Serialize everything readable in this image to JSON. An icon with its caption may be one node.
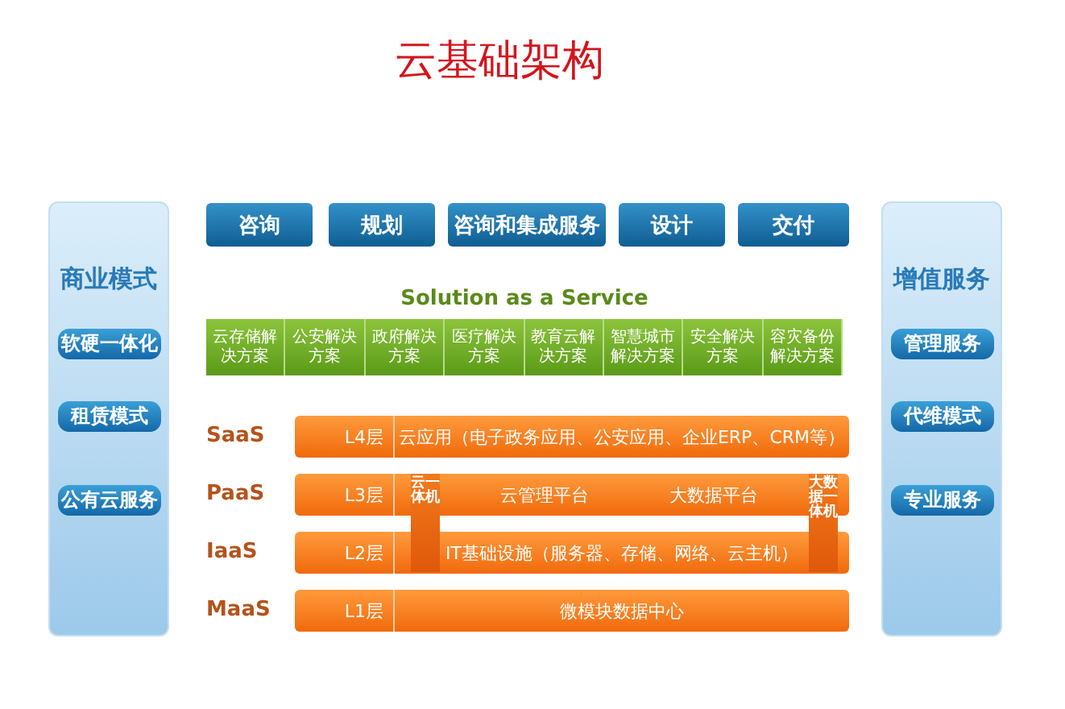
{
  "diagram": {
    "title": "云基础架构",
    "nodes": [
      {
        "text": [
          "商业模式"
        ]
      },
      {
        "text": [
          "软硬一体化"
        ],
        "in": 0
      },
      {
        "text": [
          "租赁模式"
        ],
        "in": 0
      },
      {
        "text": [
          "公有云服务"
        ],
        "in": 0
      },
      {
        "text": [
          "增值服务"
        ]
      },
      {
        "text": [
          "管理服务"
        ],
        "in": 4
      },
      {
        "text": [
          "代维模式"
        ],
        "in": 4
      },
      {
        "text": [
          "专业服务"
        ],
        "in": 4
      },
      {
        "text": [
          "咨询"
        ]
      },
      {
        "text": [
          "规划"
        ]
      },
      {
        "text": [
          "咨询和集成服务"
        ]
      },
      {
        "text": [
          "设计"
        ]
      },
      {
        "text": [
          "交付"
        ]
      },
      {
        "text": [
          "云存储解决方案"
        ]
      },
      {
        "text": [
          "公安解决方案"
        ]
      },
      {
        "text": [
          "政府解决方案"
        ]
      },
      {
        "text": [
          "医疗解决方案"
        ]
      },
      {
        "text": [
          "教育云解决方案"
        ]
      },
      {
        "text": [
          "智慧城市解决方案"
        ]
      },
      {
        "text": [
          "安全解决方案"
        ]
      },
      {
        "text": [
          "容灾备份解决方案"
        ]
      },
      {
        "text": [
          "L4层",
          "云应用（电子政务应用、公安应用、企业ERP、CRM等）"
        ],
        "beside": [
          "SaaS"
        ]
      },
      {
        "text": [
          "L3层",
          "云管理平台",
          "大数据平台"
        ],
        "beside": [
          "PaaS"
        ]
      },
      {
        "text": [
          "L2层",
          "IT基础设施（服务器、存储、网络、云主机）"
        ],
        "beside": [
          "IaaS"
        ]
      },
      {
        "text": [
          "L1层",
          "微模块数据中心"
        ],
        "beside": [
          "MaaS"
        ]
      },
      {
        "text": [
          "云一体机"
        ]
      },
      {
        "text": [
          "大数据一体机"
        ]
      }
    ],
    "labels": [
      "Solution as a Service"
    ]
  }
}
